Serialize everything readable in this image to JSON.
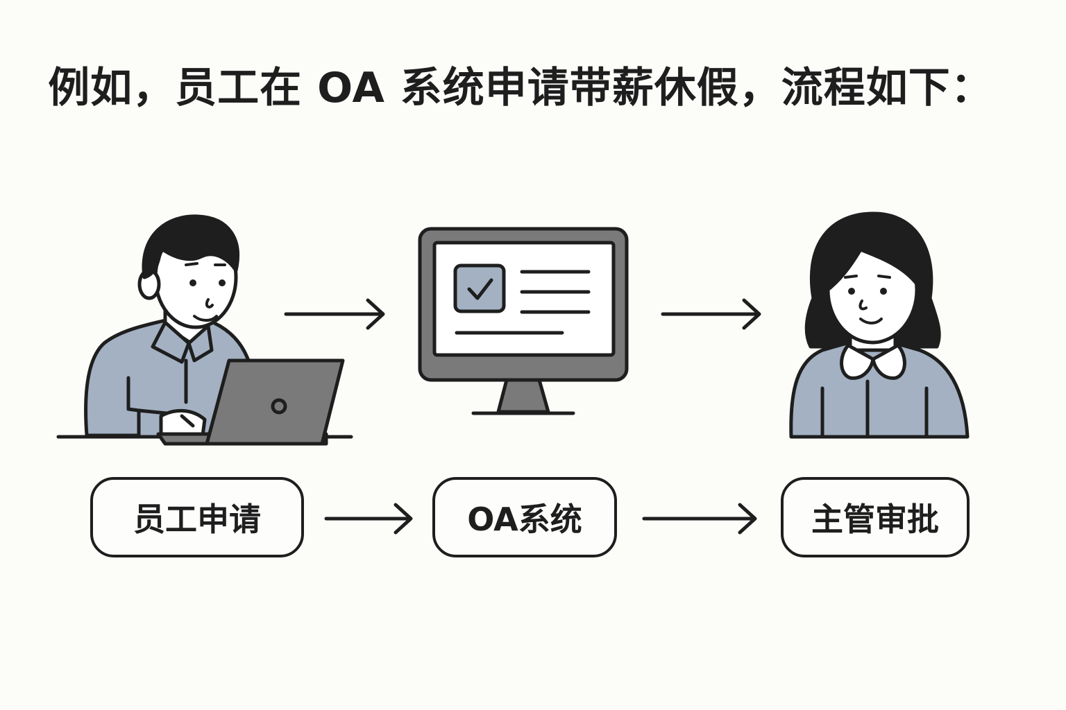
{
  "title": "例如，员工在 OA 系统申请带薪休假，流程如下：",
  "flow": {
    "steps": [
      {
        "label": "员工申请",
        "icon": "employee-laptop-icon"
      },
      {
        "label": "OA系统",
        "icon": "monitor-checklist-icon"
      },
      {
        "label": "主管审批",
        "icon": "manager-woman-icon"
      }
    ]
  },
  "colors": {
    "stroke": "#1e1e1e",
    "shirt": "#a3b1c2",
    "device_gray": "#7a7a7a",
    "screen": "#ffffff",
    "background": "#fcfcf9"
  }
}
